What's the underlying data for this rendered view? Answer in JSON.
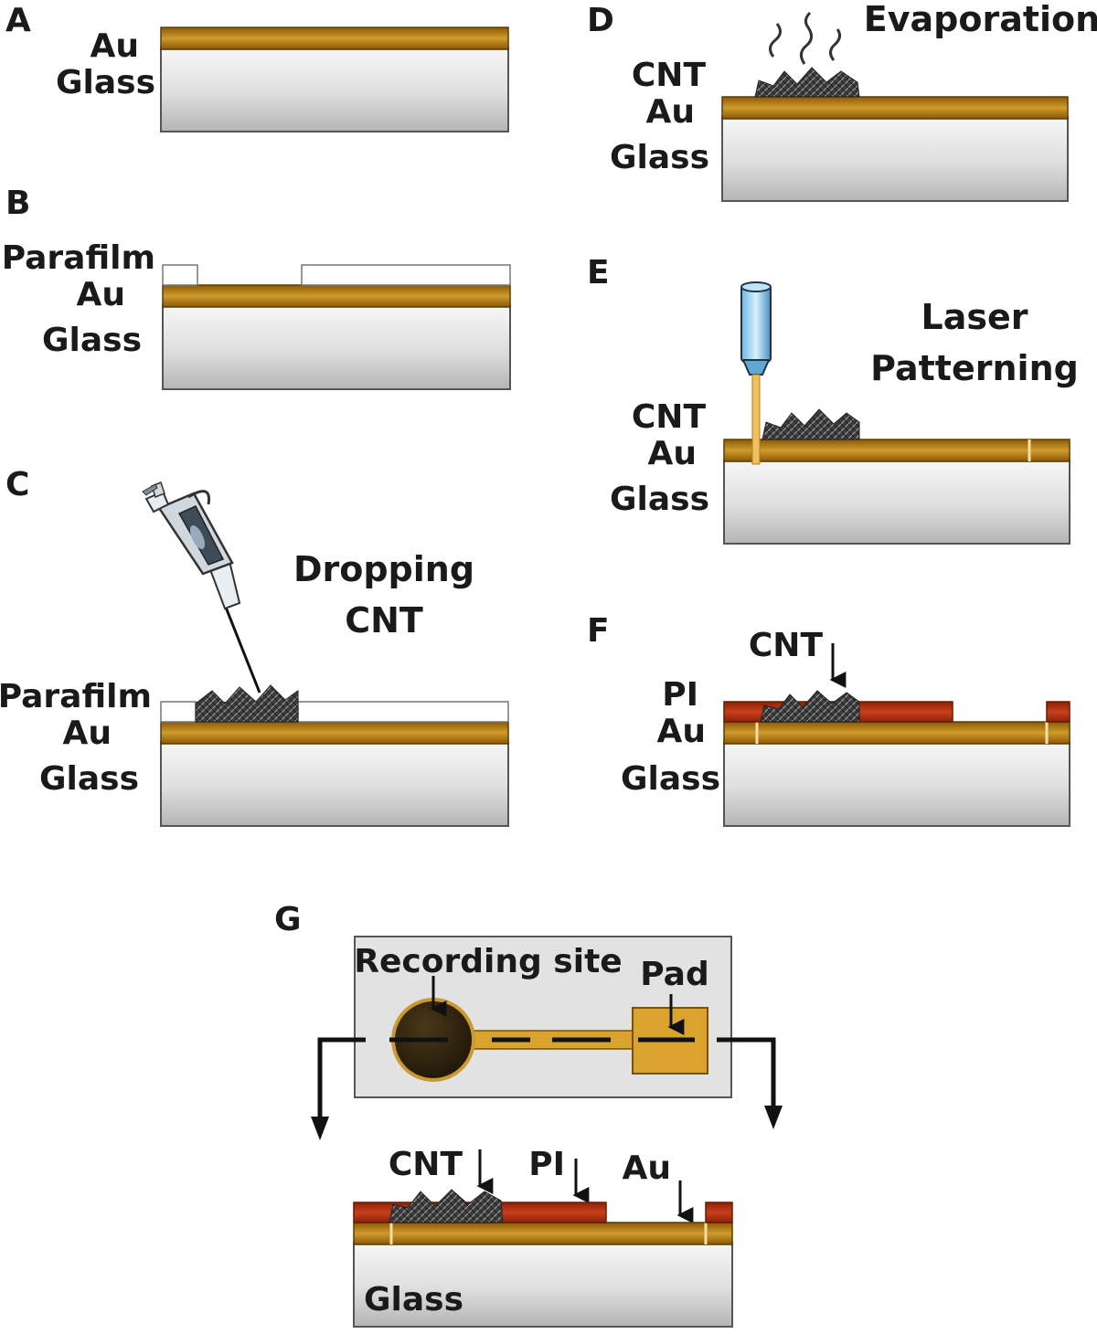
{
  "panels": {
    "A": {
      "letter": "A",
      "layers": [
        "Au",
        "Glass"
      ]
    },
    "B": {
      "letter": "B",
      "layers": [
        "Parafilm",
        "Au",
        "Glass"
      ]
    },
    "C": {
      "letter": "C",
      "layers": [
        "Parafilm",
        "Au",
        "Glass"
      ],
      "step": [
        "Dropping",
        "CNT"
      ]
    },
    "D": {
      "letter": "D",
      "layers": [
        "CNT",
        "Au",
        "Glass"
      ],
      "step": "Evaporation"
    },
    "E": {
      "letter": "E",
      "layers": [
        "CNT",
        "Au",
        "Glass"
      ],
      "step": [
        "Laser",
        "Patterning"
      ]
    },
    "F": {
      "letter": "F",
      "layers": [
        "CNT",
        "PI",
        "Au",
        "Glass"
      ]
    },
    "G": {
      "letter": "G",
      "top": {
        "recording": "Recording site",
        "pad": "Pad"
      },
      "bottom": {
        "cnt": "CNT",
        "pi": "PI",
        "au": "Au",
        "glass": "Glass"
      }
    }
  },
  "colors": {
    "au": "#b87c12",
    "au_light": "#e0a93a",
    "glass_top": "#f2f2f2",
    "glass_bottom": "#bdbdbd",
    "pi": "#b8300c",
    "cnt": "#3a3a3a",
    "pad": "#d9a32e",
    "site": "#2e2210"
  }
}
